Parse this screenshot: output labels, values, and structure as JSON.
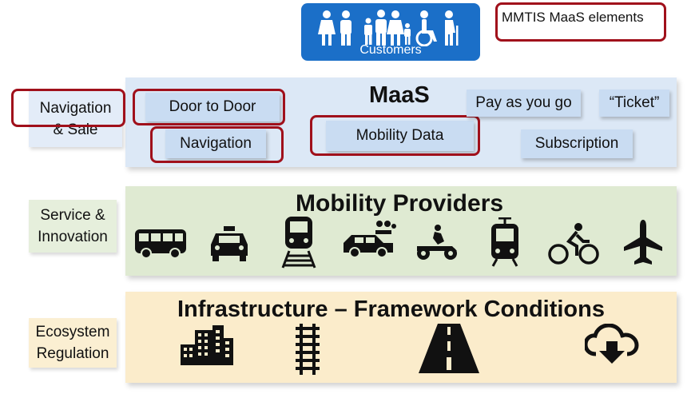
{
  "customers": {
    "label": "Customers",
    "color": "#1b6fc8"
  },
  "legend": {
    "label": "MMTIS MaaS elements"
  },
  "layers": {
    "maas": {
      "title": "MaaS",
      "side_label_line1": "Navigation",
      "side_label_line2": "& Sale",
      "items": {
        "door_to_door": "Door to Door",
        "navigation": "Navigation",
        "mobility_data": "Mobility Data",
        "pay_as_you_go": "Pay as you go",
        "ticket": "“Ticket”",
        "subscription": "Subscription"
      }
    },
    "mobility": {
      "title": "Mobility Providers",
      "side_label_line1": "Service &",
      "side_label_line2": "Innovation",
      "icons": [
        "bus-icon",
        "taxi-icon",
        "train-icon",
        "carsharing-icon",
        "motorbike-icon",
        "tram-icon",
        "bicycle-icon",
        "airplane-icon"
      ]
    },
    "infrastructure": {
      "title": "Infrastructure – Framework Conditions",
      "side_label_line1": "Ecosystem",
      "side_label_line2": "Regulation",
      "icons": [
        "buildings-icon",
        "railway-track-icon",
        "road-icon",
        "cloud-download-icon"
      ]
    }
  },
  "colors": {
    "highlight": "#a0101b",
    "maas_band": "#dce8f6",
    "mobility_band": "#dfead2",
    "infrastructure_band": "#fbeccb"
  }
}
